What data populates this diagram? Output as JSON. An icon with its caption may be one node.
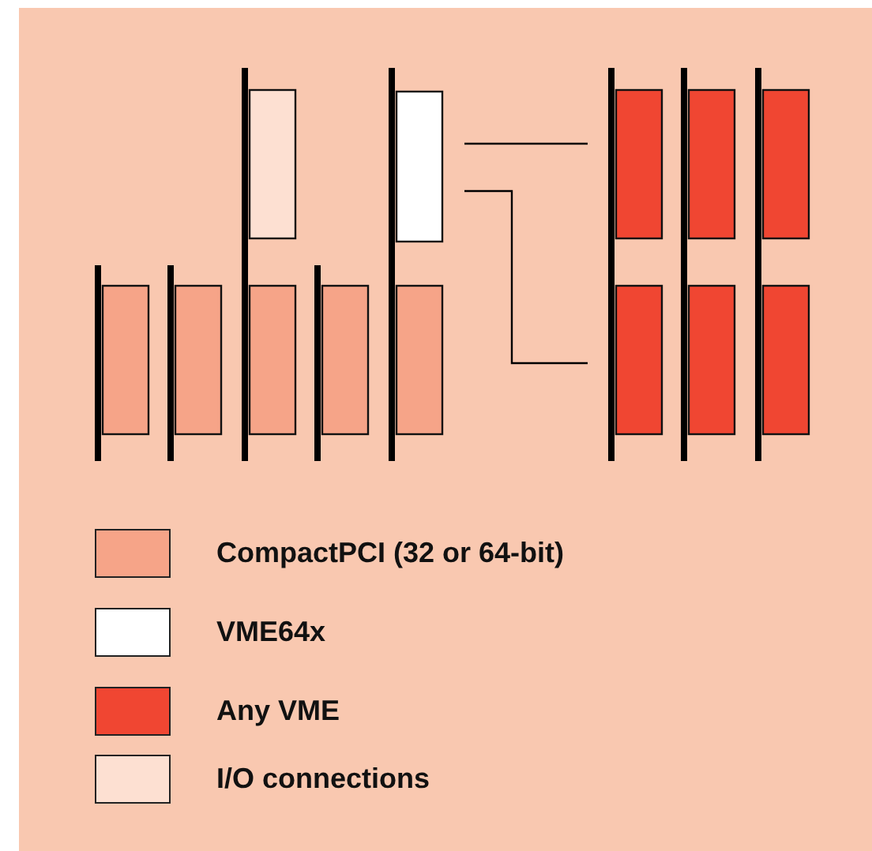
{
  "diagram": {
    "legend": [
      {
        "text": "CompactPCI (32 or 64-bit)",
        "color": "#f6a488"
      },
      {
        "text": "VME64x",
        "color": "#ffffff"
      },
      {
        "text": "Any VME",
        "color": "#f04632"
      },
      {
        "text": "I/O connections",
        "color": "#fde0d2"
      }
    ]
  }
}
